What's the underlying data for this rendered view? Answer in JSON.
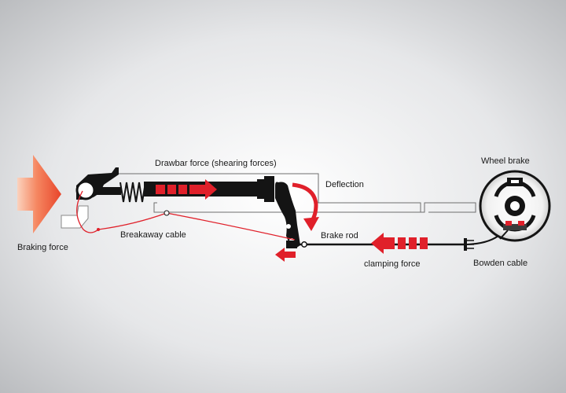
{
  "labels": {
    "braking_force": "Braking force",
    "drawbar_force": "Drawbar force (shearing forces)",
    "deflection": "Deflection",
    "breakaway_cable": "Breakaway cable",
    "brake_rod": "Brake rod",
    "clamping_force": "clamping force",
    "wheel_brake": "Wheel brake",
    "bowden_cable": "Bowden cable"
  },
  "colors": {
    "accent_red": "#e0202a",
    "dark_red": "#b0151d",
    "mechanism_black": "#141414",
    "frame_outline": "#6e6e6e",
    "arrow_orange": "#f06a45"
  },
  "icons": [
    "braking-force-arrow",
    "coupling-head",
    "bellows",
    "drawbar-force-arrow",
    "deflection-arrow",
    "brake-lever",
    "return-arrow",
    "clamping-force-arrow",
    "bowden-cable-end",
    "wheel-brake-drum"
  ]
}
